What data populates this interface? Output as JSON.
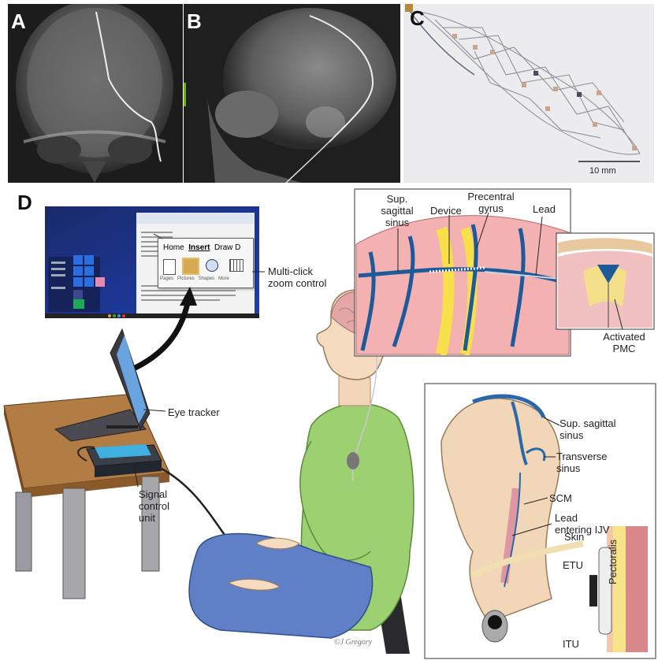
{
  "panels": {
    "a": {
      "letter": "A"
    },
    "b": {
      "letter": "B"
    },
    "c": {
      "letter": "C",
      "scale_bar": "10 mm"
    },
    "d": {
      "letter": "D"
    }
  },
  "screen": {
    "ribbon_tabs": [
      "Home",
      "Insert",
      "Draw",
      "D"
    ],
    "ribbon_items": [
      "Pages",
      "Pictures",
      "Shapes",
      "More"
    ]
  },
  "labels": {
    "multiclick": [
      "Multi-click",
      "zoom control"
    ],
    "eye_tracker": "Eye tracker",
    "signal_unit": [
      "Signal",
      "control",
      "unit"
    ],
    "sup_sagittal_top": [
      "Sup.",
      "sagittal",
      "sinus"
    ],
    "device": "Device",
    "precentral": [
      "Precentral",
      "gyrus"
    ],
    "lead": "Lead",
    "activated_pmc": [
      "Activated",
      "PMC"
    ],
    "sup_sagittal_side": [
      "Sup. sagittal",
      "sinus"
    ],
    "transverse": [
      "Transverse",
      "sinus"
    ],
    "scm": "SCM",
    "lead_ijv": [
      "Lead",
      "entering IJV"
    ],
    "skin": "Skin",
    "etu": "ETU",
    "itu": "ITU",
    "pectoralis": "Pectoralis",
    "credit": "©J Gregory"
  }
}
